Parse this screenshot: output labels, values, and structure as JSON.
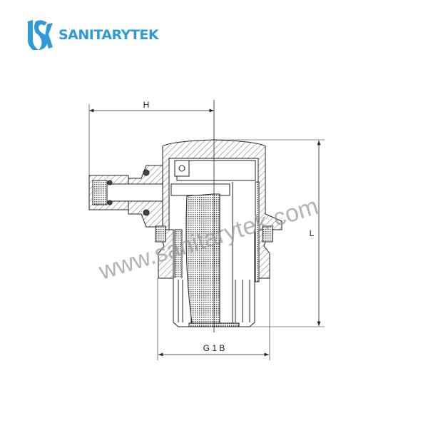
{
  "brand": {
    "name": "SANITARYTEK",
    "color": "#2f9ad6"
  },
  "drawing": {
    "dimensions": {
      "height_label": "H",
      "length_label": "L",
      "thread_label": "G 1 B"
    },
    "watermark": "www.sanitarytek.com",
    "line_color": "#222222"
  }
}
